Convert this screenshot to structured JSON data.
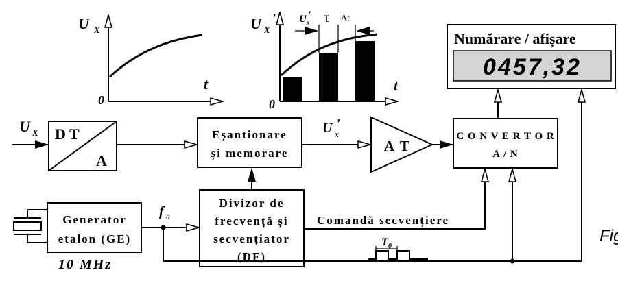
{
  "graph1": {
    "y_axis_label": "U",
    "y_axis_sub": "X",
    "x_axis_label": "t",
    "origin_label": "0"
  },
  "graph2": {
    "y_axis_label": "U",
    "y_axis_sub": "X",
    "y_axis_prime": "'",
    "x_axis_label": "t",
    "origin_label": "0",
    "sample_label": "U",
    "sample_sub": "x",
    "sample_prime": "'",
    "tau_label": "τ",
    "delta_t_label": "Δt"
  },
  "input_label": {
    "main": "U",
    "sub": "X"
  },
  "blocks": {
    "dta": {
      "top": "D T",
      "bottom": "A"
    },
    "sample_hold": {
      "line1": "Eșantionare",
      "line2": "și memorare"
    },
    "amplifier": {
      "label": "A T"
    },
    "converter": {
      "line1": "C O N V E R T O R",
      "line2": "A / N"
    },
    "display": {
      "title": "Numărare / afișare",
      "value": "0457,32"
    },
    "generator": {
      "line1": "Generator",
      "line2": "etalon (GE)"
    },
    "divider": {
      "line1": "Divizor de",
      "line2": "frecvență și",
      "line3": "secvențiator",
      "line4": "(DF)"
    }
  },
  "signals": {
    "sampled": {
      "main": "U",
      "sub": "x",
      "prime": "'"
    },
    "f0": {
      "main": "f",
      "sub": "0"
    },
    "command": "Comandă secvențiere",
    "period": {
      "main": "T",
      "sub": "0"
    },
    "frequency": "10 MHz"
  },
  "caption_partial": "Fig"
}
